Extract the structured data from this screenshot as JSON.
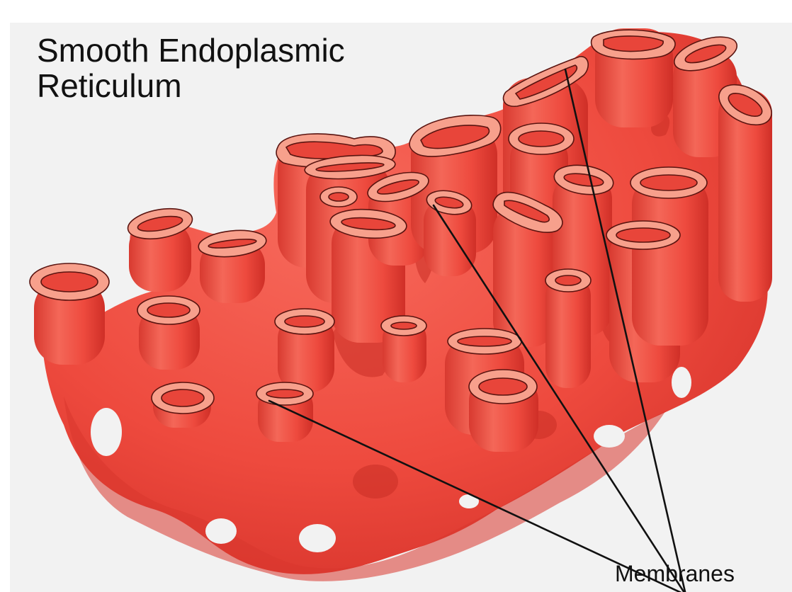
{
  "title": {
    "line1": "Smooth Endoplasmic",
    "line2": "Reticulum"
  },
  "labels": {
    "membranes": "Membranes"
  },
  "colors": {
    "background": "#f2f2f2",
    "tubule": "#ef4a3f",
    "tubule_dark": "#d8322a",
    "tubule_shadow": "#c42a22",
    "lumen_rim": "#f7a08c",
    "lumen_inner": "#e8453a",
    "line": "#111111"
  }
}
